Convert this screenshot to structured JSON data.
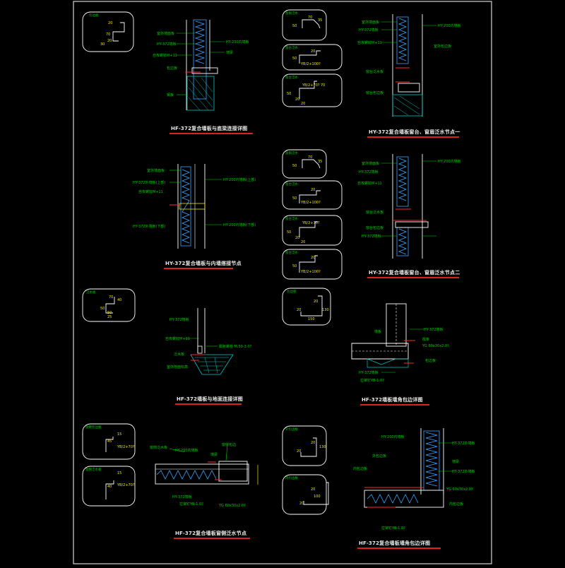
{
  "colors": {
    "background": "#000000",
    "outline": "#ffffff",
    "insulation": "#3aa6ff",
    "section": "#00c8c8",
    "annotation": "#00d100",
    "dimension": "#f0e800",
    "caption_underline": "#e0201a",
    "accent": "#ff2a2a"
  },
  "captions": [
    "HF-372复合墙板与底梁连接详图",
    "HY-372复合墙板窗台、窗眉泛水节点一",
    "HY-372复合墙板与内墙搭接节点",
    "HY-372复合墙板窗台、窗眉泛水节点二",
    "HF-372墙板与地面连接详图",
    "HF-372墙板墙角包边详图",
    "HF-372复合墙板窗侧泛水节点",
    "HF-372复合墙板墙角包边详图"
  ],
  "detail_labels": [
    {
      "id": "d1",
      "title": "包边板",
      "dims": [
        "20",
        "70",
        "20",
        "30"
      ]
    },
    {
      "id": "d2",
      "title": "窗眉泛水",
      "dims": [
        "70",
        "50",
        "35"
      ]
    },
    {
      "id": "d3",
      "title": "窗台泛水",
      "dims": [
        "20",
        "50",
        "YB/2+100?"
      ]
    },
    {
      "id": "d4",
      "title": "窗台泛水",
      "dims": [
        "50",
        "YB/2+70?",
        "70",
        "20",
        "20"
      ]
    },
    {
      "id": "d5",
      "title": "泛水板",
      "dims": [
        "70",
        "40",
        "50",
        "50",
        "25"
      ]
    },
    {
      "id": "d6",
      "title": "包边板",
      "dims": [
        "20",
        "20",
        "130",
        "150"
      ]
    },
    {
      "id": "d7",
      "title": "窗侧包边板",
      "dims": [
        "15",
        "45",
        "YB/2+70?"
      ]
    },
    {
      "id": "d8",
      "title": "窗侧泛水板",
      "dims": [
        "15",
        "40",
        "YB/2+70?"
      ]
    },
    {
      "id": "d9",
      "title": "外包边板",
      "dims": [
        "20",
        "20",
        "130"
      ]
    },
    {
      "id": "d10",
      "title": "内包边板",
      "dims": [
        "20",
        "100",
        "20"
      ]
    }
  ],
  "annotations": {
    "a1": [
      "室外墙面板",
      "HY-372墙板",
      "自攻螺钉M+11",
      "墙梁",
      "HY-200内墙板",
      "包边板",
      "钢板"
    ],
    "a2": [
      "室外墙面板",
      "HY-372墙板",
      "自攻螺钉M+11",
      "窗台泛水板",
      "窗台包边板",
      "HY-200内墙板",
      "室外包边板"
    ],
    "a3": [
      "室外墙面板",
      "HY-372外墙板(上部)",
      "自攻螺钉M+11",
      "HY-372外墙板(下部)",
      "HY-200内墙板(上部)",
      "HY-200内墙板(下部)"
    ],
    "a4": [
      "室外墙面板",
      "HY-372墙板",
      "自攻螺钉M+11",
      "窗台泛水板",
      "窗台包边板",
      "HY-372墙板",
      "HY-200内墙板"
    ],
    "a5": [
      "HY-372墙板",
      "自攻螺钉M+11",
      "膨胀螺栓 M.50-3.0?",
      "泛水板",
      "室外地面标高"
    ],
    "a6": [
      "墙板",
      "HY-372墙板",
      "檩条",
      "HY-372墙板",
      "包边板",
      "拉铆钉YB-1.0?",
      "YG 60x30x2.0?"
    ],
    "a7": [
      "窗侧泛水板",
      "HY-200内墙板",
      "窗侧包边",
      "墙梁",
      "HY-372墙板",
      "拉铆钉YB-1.0?",
      "YG 60x30x2.0?"
    ],
    "a8": [
      "HY-200内墙板",
      "外包边板",
      "墙梁",
      "HY-372外墙板",
      "内包边板",
      "HY-372外墙板",
      "拉铆钉YB-1.0?",
      "YG 60x30x2.0?",
      "内包边板"
    ]
  }
}
